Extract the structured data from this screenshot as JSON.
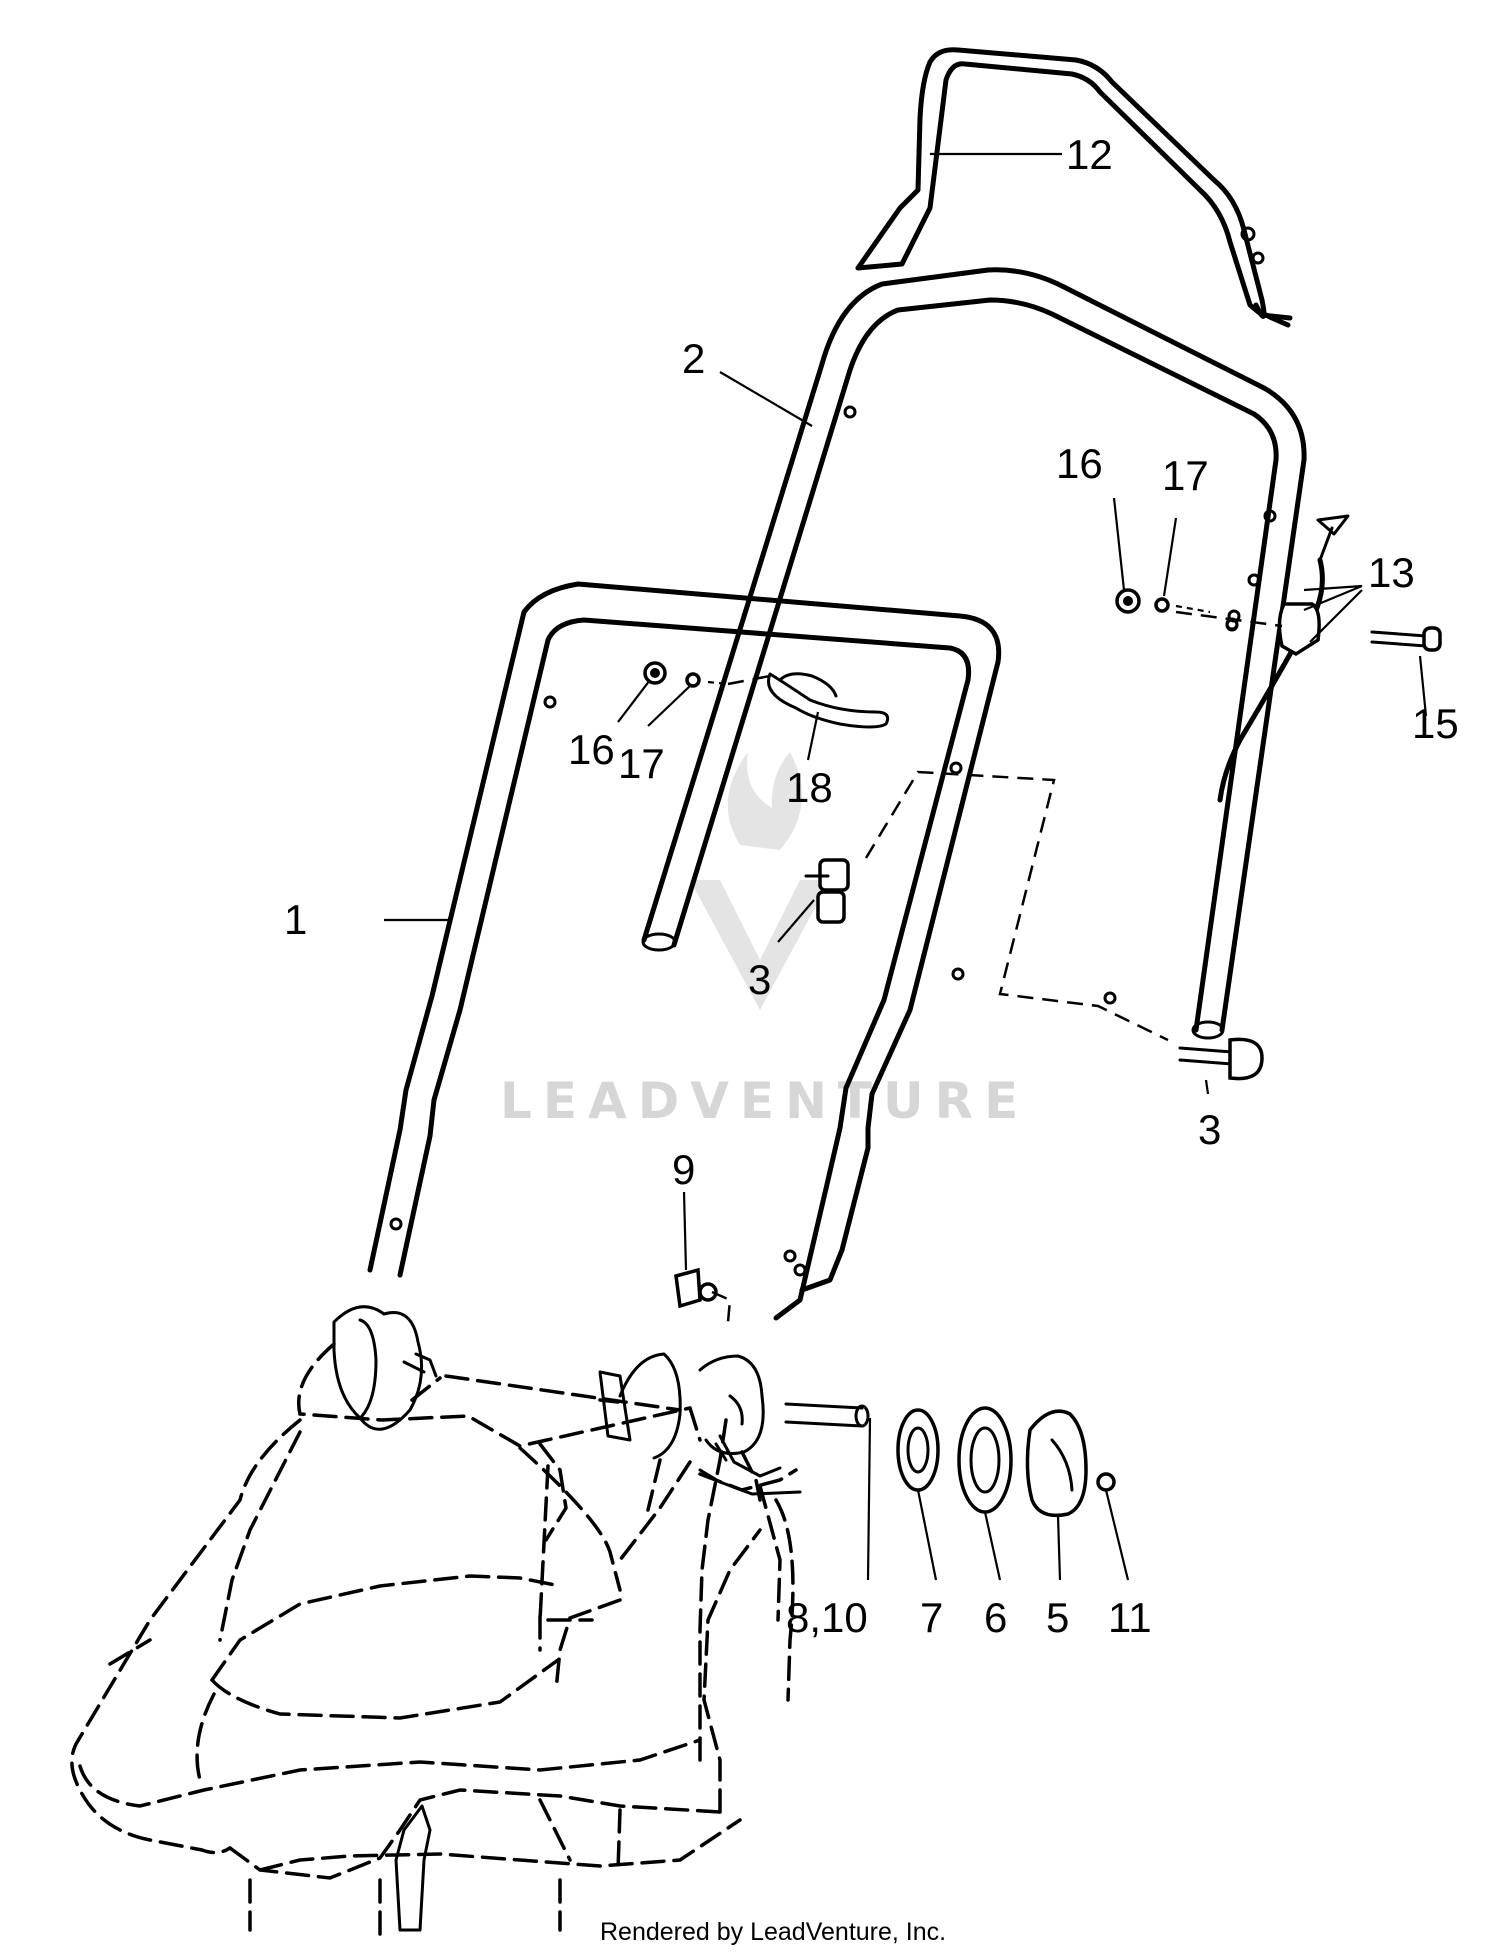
{
  "watermark": "LEADVENTURE",
  "footer": "Rendered by LeadVenture, Inc.",
  "callouts": [
    {
      "id": "c12",
      "label": "12"
    },
    {
      "id": "c2",
      "label": "2"
    },
    {
      "id": "c16a",
      "label": "16"
    },
    {
      "id": "c17a",
      "label": "17"
    },
    {
      "id": "c13",
      "label": "13"
    },
    {
      "id": "c15",
      "label": "15"
    },
    {
      "id": "c16b",
      "label": "16"
    },
    {
      "id": "c17b",
      "label": "17"
    },
    {
      "id": "c18",
      "label": "18"
    },
    {
      "id": "c1",
      "label": "1"
    },
    {
      "id": "c3a",
      "label": "3"
    },
    {
      "id": "c3b",
      "label": "3"
    },
    {
      "id": "c9",
      "label": "9"
    },
    {
      "id": "c810",
      "label": "8,10"
    },
    {
      "id": "c7",
      "label": "7"
    },
    {
      "id": "c6",
      "label": "6"
    },
    {
      "id": "c5",
      "label": "5"
    },
    {
      "id": "c11",
      "label": "11"
    }
  ]
}
